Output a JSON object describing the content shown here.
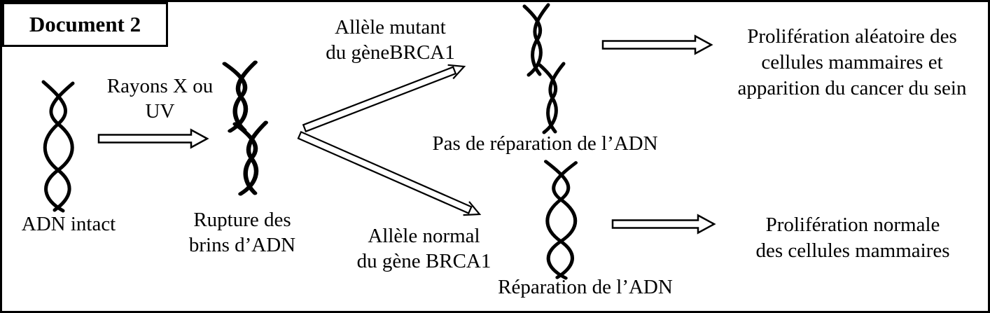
{
  "title": "Document 2",
  "colors": {
    "ink": "#000000",
    "background": "#ffffff"
  },
  "icons": {
    "dna_intact": "dna-double-helix",
    "dna_broken": "dna-broken-strand-piece",
    "block_arrow": "hollow-block-arrow-right",
    "diagonal_arrow": "hollow-thin-arrow"
  },
  "diagram": {
    "adn_intact": {
      "label": "ADN intact"
    },
    "cause": {
      "lines": [
        "Rayons X ou",
        "UV"
      ]
    },
    "rupture": {
      "lines": [
        "Rupture des",
        "brins d’ADN"
      ]
    },
    "allele_mutant": {
      "lines": [
        "Allèle mutant",
        "du gèneBRCA1"
      ]
    },
    "allele_normal": {
      "lines": [
        "Allèle normal",
        "du gène BRCA1"
      ]
    },
    "pas_reparation": {
      "label": "Pas de réparation de l’ADN"
    },
    "reparation": {
      "label": "Réparation de l’ADN"
    },
    "outcome_cancer": {
      "lines": [
        "Prolifération aléatoire des",
        "cellules mammaires et",
        "apparition du cancer du sein"
      ]
    },
    "outcome_normal": {
      "lines": [
        "Prolifération normale",
        "des cellules mammaires"
      ]
    }
  }
}
